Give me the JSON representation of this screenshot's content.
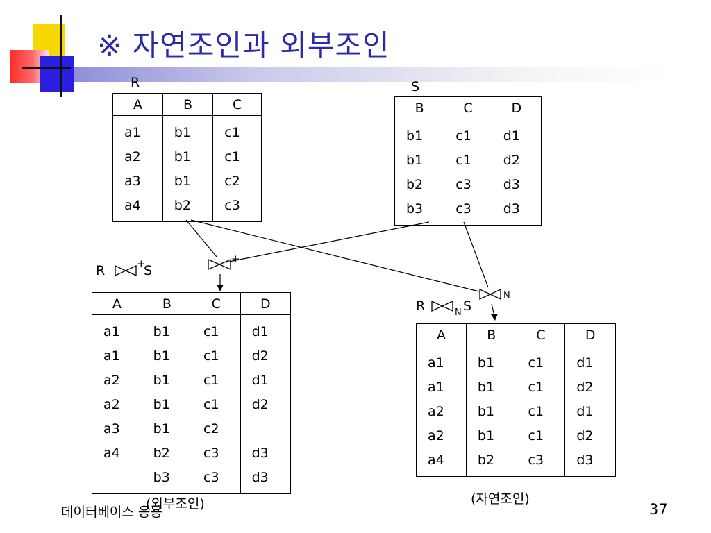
{
  "title": "※ 자연조인과 외부조인",
  "relation_r": {
    "label": "R",
    "headers": [
      "A",
      "B",
      "C"
    ],
    "rows": [
      [
        "a1",
        "b1",
        "c1"
      ],
      [
        "a2",
        "b1",
        "c1"
      ],
      [
        "a3",
        "b1",
        "c2"
      ],
      [
        "a4",
        "b2",
        "c3"
      ]
    ]
  },
  "relation_s": {
    "label": "S",
    "headers": [
      "B",
      "C",
      "D"
    ],
    "rows": [
      [
        "b1",
        "c1",
        "d1"
      ],
      [
        "b1",
        "c1",
        "d2"
      ],
      [
        "b2",
        "c3",
        "d3"
      ],
      [
        "b3",
        "c3",
        "d3"
      ]
    ]
  },
  "outer_join": {
    "expr_left": "R",
    "expr_sup": "+",
    "expr_right": "S",
    "op_sup": "+",
    "caption": "(외부조인)",
    "headers": [
      "A",
      "B",
      "C",
      "D"
    ],
    "rows": [
      [
        "a1",
        "b1",
        "c1",
        "d1"
      ],
      [
        "a1",
        "b1",
        "c1",
        "d2"
      ],
      [
        "a2",
        "b1",
        "c1",
        "d1"
      ],
      [
        "a2",
        "b1",
        "c1",
        "d2"
      ],
      [
        "a3",
        "b1",
        "c2",
        ""
      ],
      [
        "a4",
        "b2",
        "c3",
        "d3"
      ],
      [
        "",
        "b3",
        "c3",
        "d3"
      ]
    ]
  },
  "natural_join": {
    "expr_left": "R",
    "expr_sub": "N",
    "expr_right": "S",
    "op_sub": "N",
    "caption": "(자연조인)",
    "headers": [
      "A",
      "B",
      "C",
      "D"
    ],
    "rows": [
      [
        "a1",
        "b1",
        "c1",
        "d1"
      ],
      [
        "a1",
        "b1",
        "c1",
        "d2"
      ],
      [
        "a2",
        "b1",
        "c1",
        "d1"
      ],
      [
        "a2",
        "b1",
        "c1",
        "d2"
      ],
      [
        "a4",
        "b2",
        "c3",
        "d3"
      ]
    ]
  },
  "footer": {
    "left": "데이터베이스 응용",
    "page": "37"
  },
  "colors": {
    "title": "#2b2ba8",
    "logo_yellow": "#f6d800",
    "logo_red": "#ff2a2a",
    "logo_blue": "#2a1fe0"
  }
}
